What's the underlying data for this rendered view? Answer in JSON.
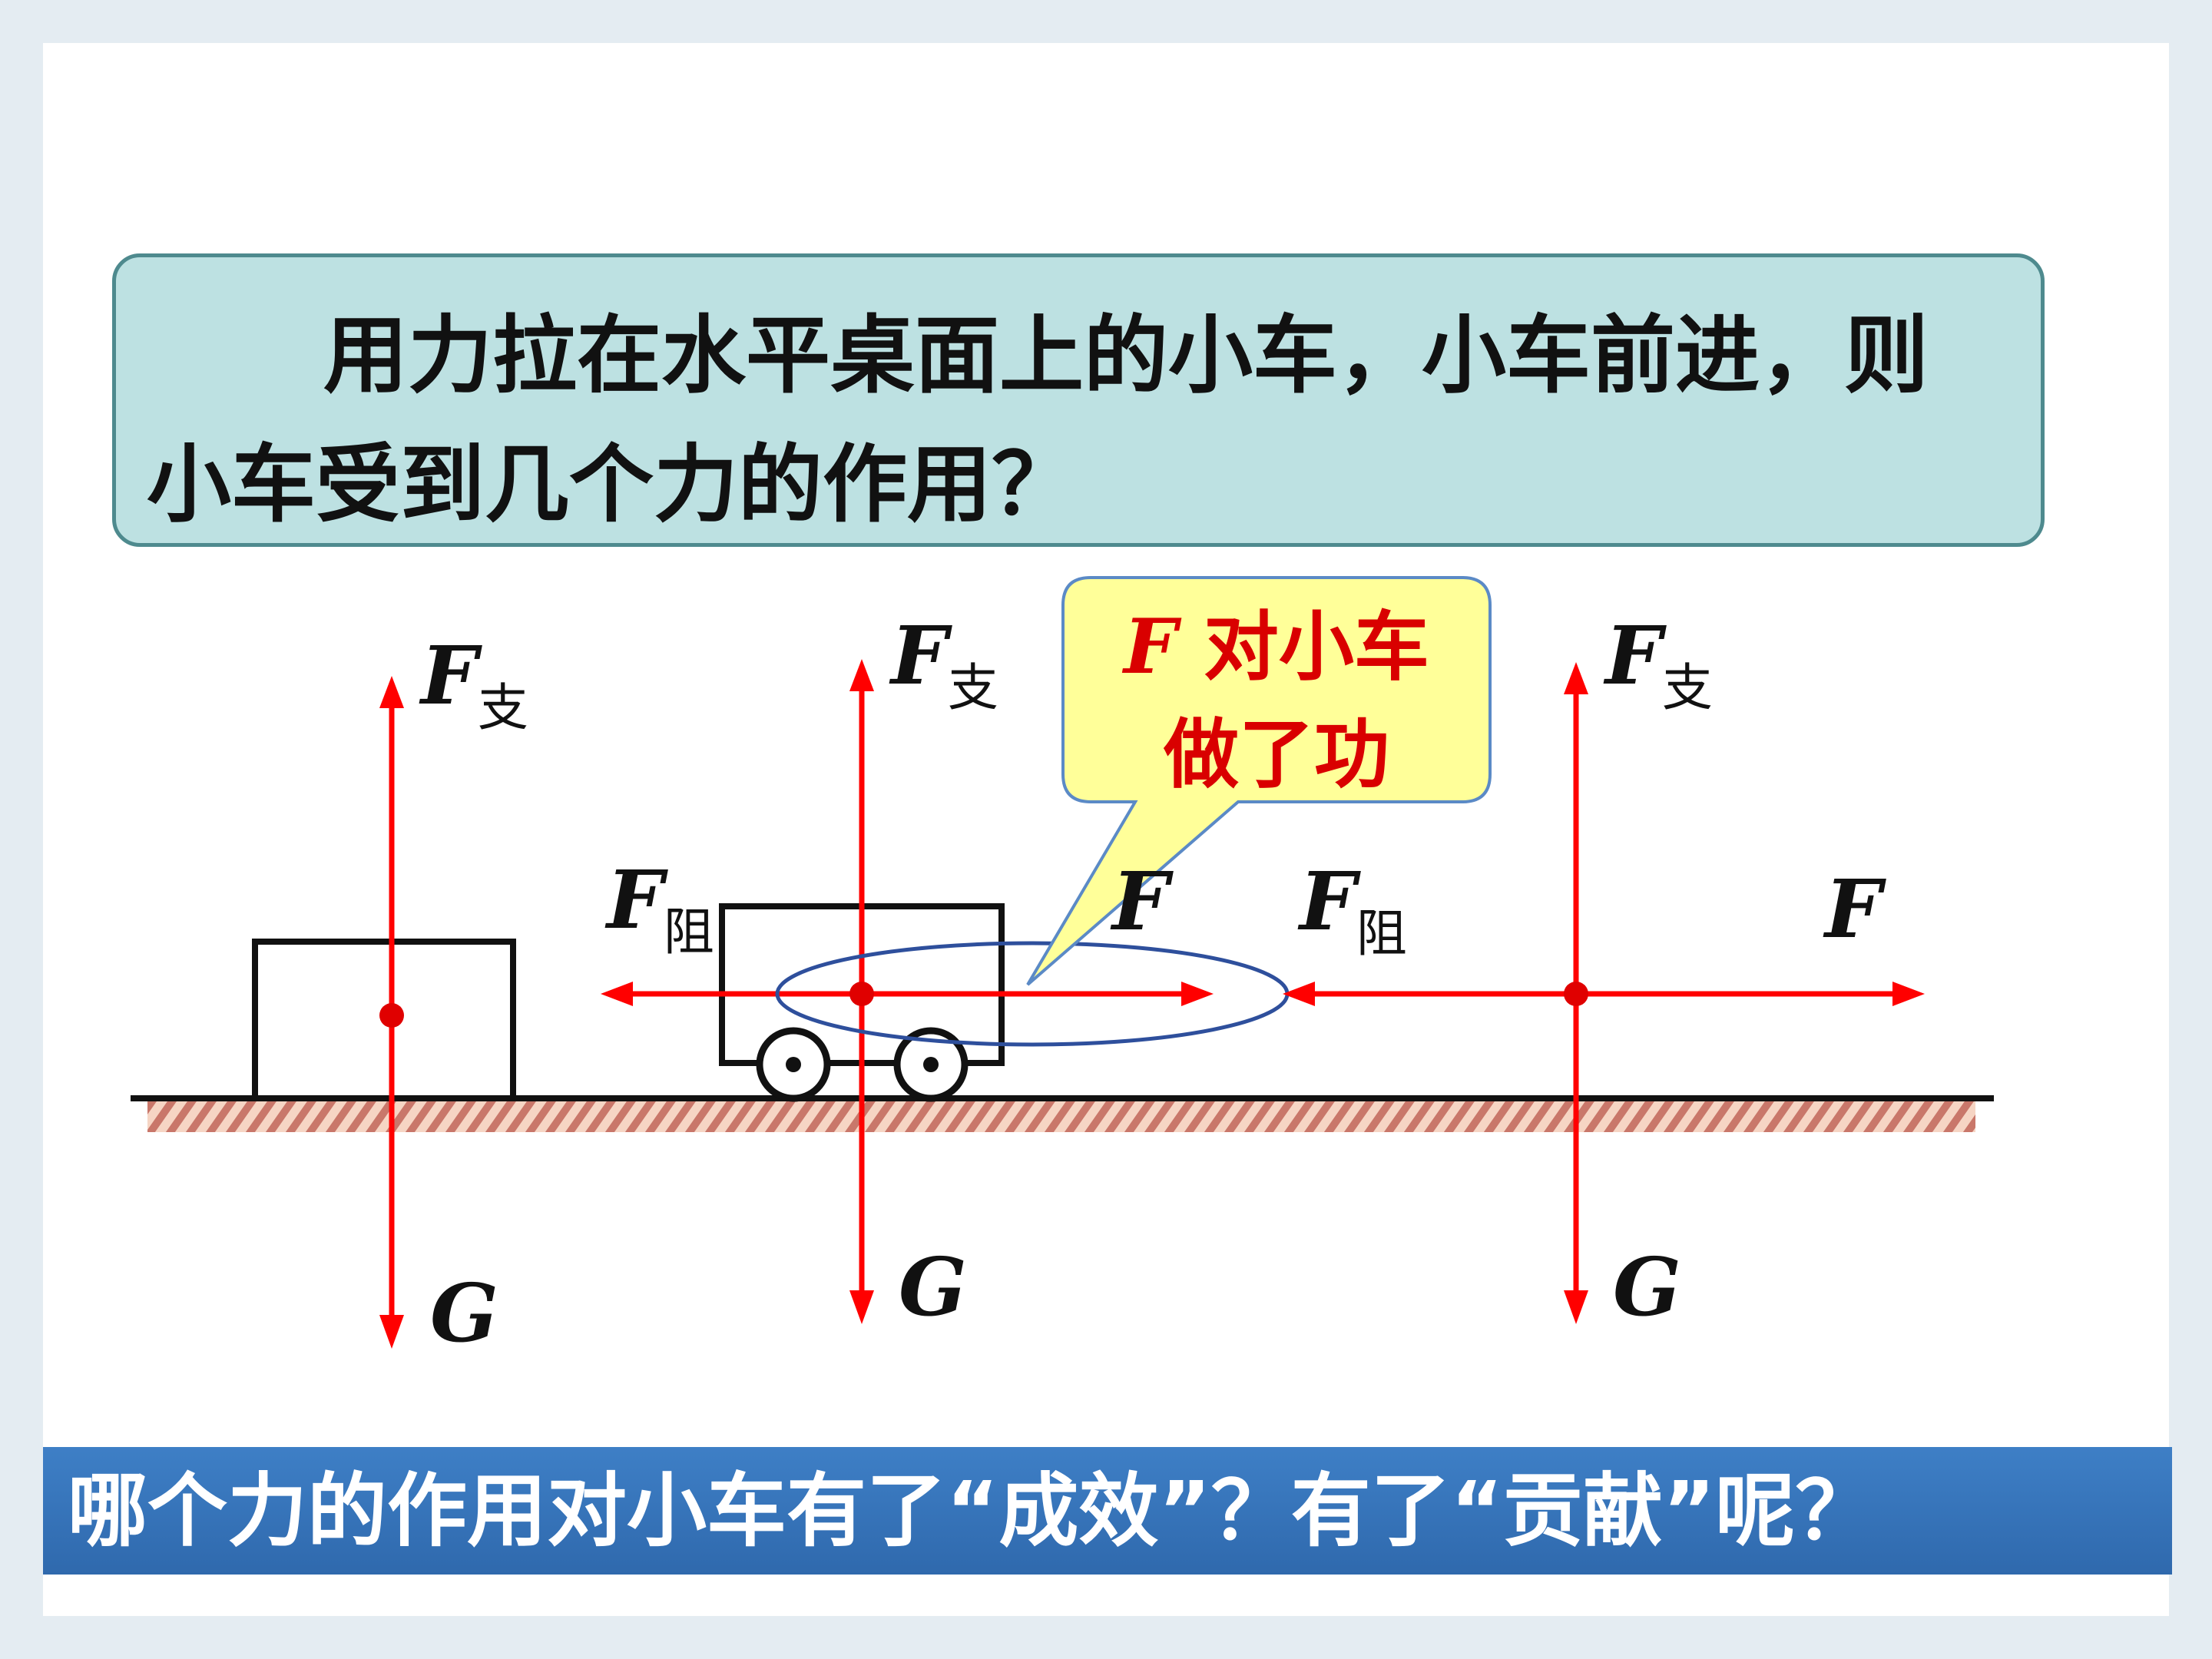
{
  "question": {
    "line1": "用力拉在水平桌面上的小车，小车前进，则",
    "line2": "小车受到几个力的作用？"
  },
  "callout": {
    "symbol": "F",
    "line1_rest": " 对小车",
    "line2": "做了功"
  },
  "labels": {
    "support_force": "F",
    "support_sub": "支",
    "gravity": "G",
    "resistance_force": "F",
    "resistance_sub": "阻",
    "pull_force": "F"
  },
  "bottom_question": "哪个力的作用对小车有了“成效”？有了“贡献”呢？",
  "colors": {
    "force_arrow": "#ff0000",
    "question_box_fill": "#bde1e2",
    "callout_fill": "#ffff99",
    "callout_text": "#d90000",
    "banner": "#3e7fc6",
    "ellipse": "#2e4f9c"
  }
}
